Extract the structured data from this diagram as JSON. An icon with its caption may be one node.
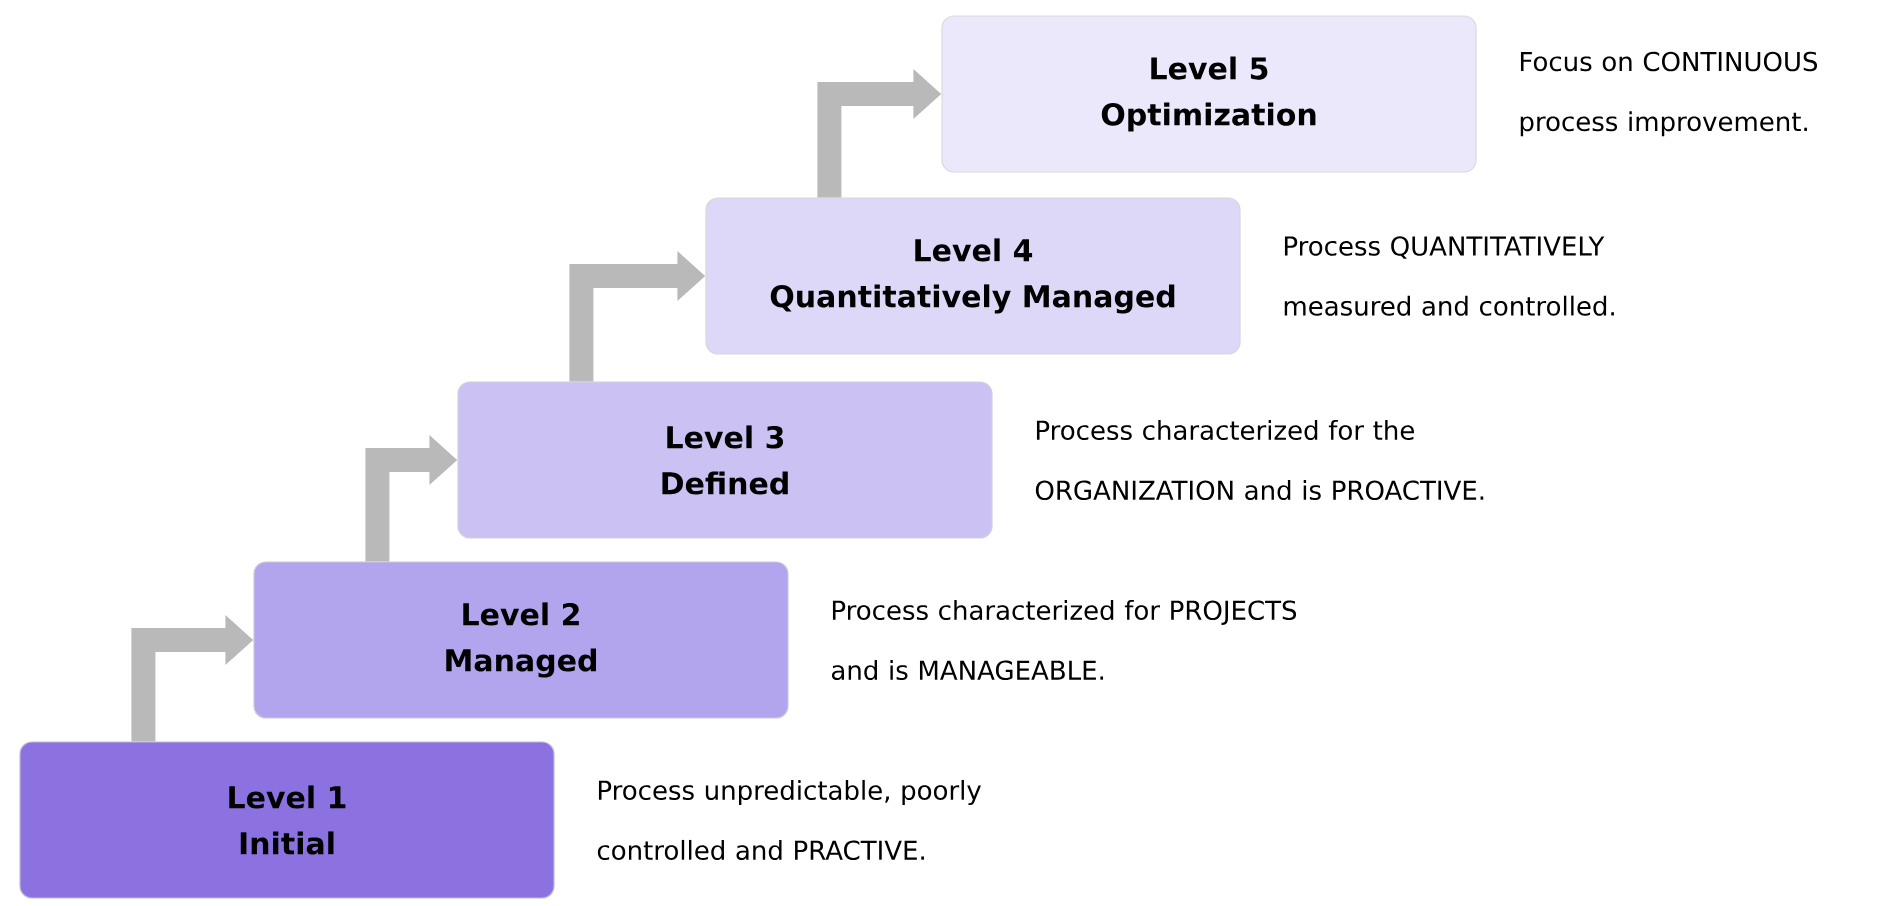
{
  "diagram": {
    "nodes": [
      {
        "text": [
          "Level 1",
          "Initial"
        ],
        "beside": [
          "Process unpredictable, poorly controlled and PRACTIVE."
        ]
      },
      {
        "text": [
          "Level 2",
          "Managed"
        ],
        "beside": [
          "Process characterized for PROJECTS and is MANAGEABLE."
        ]
      },
      {
        "text": [
          "Level 3",
          "Defined"
        ],
        "beside": [
          "Process characterized for the ORGANIZATION and is PROACTIVE."
        ]
      },
      {
        "text": [
          "Level 4",
          "Quantitatively Managed"
        ],
        "beside": [
          "Process QUANTITATIVELY measured and controlled."
        ]
      },
      {
        "text": [
          "Level 5",
          "Optimization"
        ],
        "beside": [
          "Focus on CONTINUOUS process improvement."
        ]
      }
    ],
    "edges": [
      {
        "from": 0,
        "to": 1,
        "arrow": "to"
      },
      {
        "from": 1,
        "to": 2,
        "arrow": "to"
      },
      {
        "from": 2,
        "to": 3,
        "arrow": "to"
      },
      {
        "from": 3,
        "to": 4,
        "arrow": "to"
      }
    ]
  }
}
